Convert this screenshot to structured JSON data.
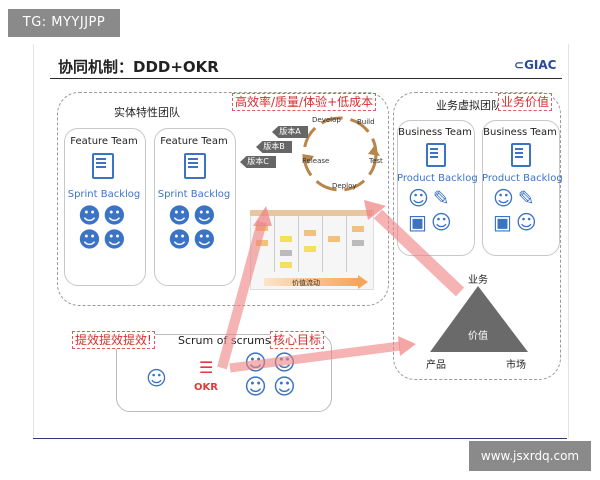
{
  "watermark_top": "TG: MYYJJPP",
  "watermark_bottom": "www.jsxrdq.com",
  "slide": {
    "title": "协同机制：DDD+OKR",
    "logo": "GIAC"
  },
  "left_group": {
    "title": "实体特性团队",
    "teams": [
      {
        "name": "Feature Team",
        "backlog": "Sprint Backlog"
      },
      {
        "name": "Feature Team",
        "backlog": "Sprint Backlog"
      }
    ]
  },
  "right_group": {
    "title": "业务虚拟团队",
    "teams": [
      {
        "name": "Business Team",
        "backlog": "Product Backlog"
      },
      {
        "name": "Business Team",
        "backlog": "Product Backlog"
      }
    ]
  },
  "tags": {
    "efficiency": "高效率/质量/体验+低成本",
    "business_value": "业务价值",
    "boost": "提效提效提效!",
    "core_goal": "核心目标"
  },
  "cycle": {
    "stages": [
      "Develop",
      "Build",
      "Test",
      "Deploy",
      "Release"
    ],
    "versions": [
      "版本A",
      "版本B",
      "版本C"
    ]
  },
  "kanban": {
    "flow_label": "价值流动"
  },
  "scrum": {
    "title": "Scrum of scrums",
    "okr": "OKR"
  },
  "triangle": {
    "top": "业务",
    "center": "价值",
    "left": "产品",
    "right": "市场"
  },
  "colors": {
    "accent_red": "#e0393a",
    "icon_blue": "#3b74c4",
    "arrow": "#f08080"
  }
}
